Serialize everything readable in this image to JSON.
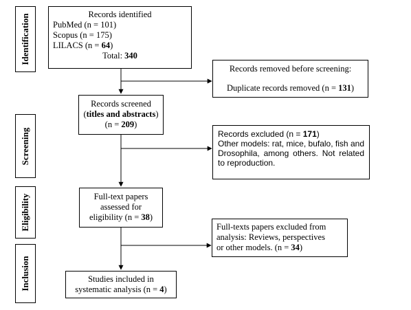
{
  "stages": {
    "identification": "Identification",
    "screening": "Screening",
    "eligibility": "Eligibility",
    "inclusion": "Inclusion"
  },
  "identified": {
    "title": "Records identified",
    "pubmed": "PubMed (n = 101)",
    "scopus": "Scopus (n = 175)",
    "lilacs_prefix": "LILACS (n = ",
    "lilacs_n": "64",
    "lilacs_suffix": ")",
    "total_prefix": "Total: ",
    "total_n": "340"
  },
  "removed": {
    "title": "Records removed before screening:",
    "line_prefix": "Duplicate records removed (n = ",
    "line_n": "131",
    "line_suffix": ")"
  },
  "screened": {
    "line1": "Records screened",
    "line2_open": "(",
    "line2_bold": "titles and abstracts",
    "line2_close": ")",
    "line3_prefix": "(n = ",
    "line3_n": "209",
    "line3_suffix": ")"
  },
  "excluded": {
    "title_prefix": "Records excluded (n = ",
    "title_n": "171",
    "title_suffix": ")",
    "text": "Other models: rat, mice, bufalo, fish and Drosophila, among others. Not related to reproduction."
  },
  "fulltext": {
    "line1": "Full-text papers",
    "line2": "assessed for",
    "line3_prefix": "eligibility (n = ",
    "line3_n": "38",
    "line3_suffix": ")"
  },
  "fulltext_excluded": {
    "line1": "Full-texts papers excluded from",
    "line2": "analysis: Reviews, perspectives",
    "line3_prefix": "or other models. (n = ",
    "line3_n": "34",
    "line3_suffix": ")"
  },
  "included": {
    "line1": "Studies included in",
    "line2_prefix": "systematic analysis (n = ",
    "line2_n": "4",
    "line2_suffix": ")"
  }
}
